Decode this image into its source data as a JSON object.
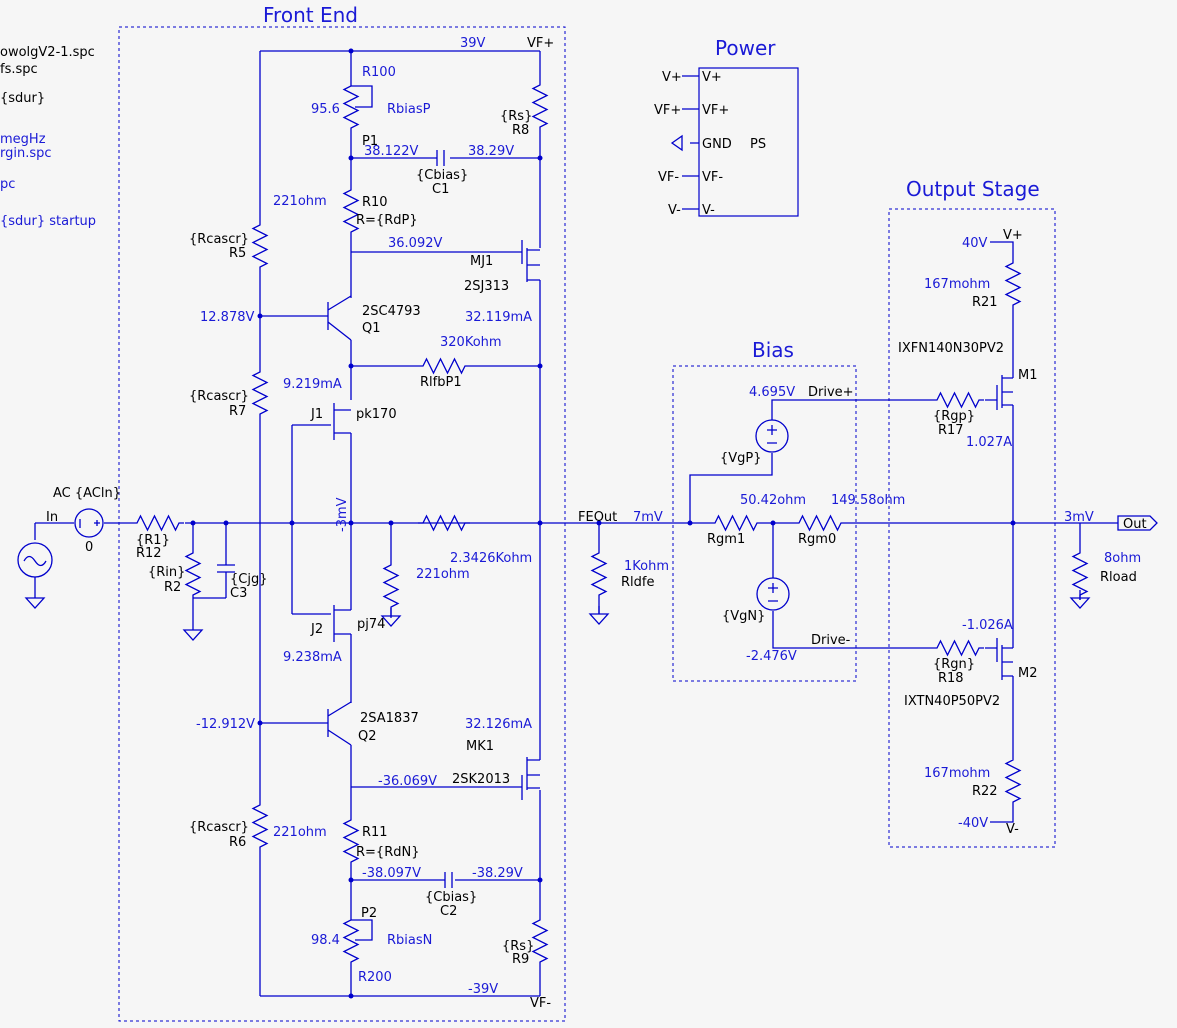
{
  "left_directives": [
    "owolgV2-1.spc",
    "fs.spc",
    "{sdur}",
    "megHz",
    "rgin.spc",
    "pc",
    "{sdur} startup"
  ],
  "titles": {
    "front_end": "Front End",
    "power": "Power",
    "output_stage": "Output Stage",
    "bias": "Bias"
  },
  "power_block": {
    "pins": [
      "V+",
      "VF+",
      "GND",
      "VF-",
      "V-"
    ],
    "ext_labels": [
      "V+",
      "VF+",
      "VF-",
      "V-"
    ],
    "name": "PS"
  },
  "front_end": {
    "rail_top_v": "39V",
    "rail_top": "VF+",
    "rail_bot_v": "-39V",
    "rail_bot": "VF-",
    "r100": "R100",
    "p1_val": "95.6",
    "rbiasp": "RbiasP",
    "p1": "P1",
    "rs8": "{Rs}",
    "r8": "R8",
    "v38122": "38.122V",
    "v3829": "38.29V",
    "cbias1": "{Cbias}",
    "c1": "C1",
    "r10_val": "221ohm",
    "r10": "R10",
    "rdp": "R={RdP}",
    "v36092": "36.092V",
    "mj1": "MJ1",
    "sj313": "2SJ313",
    "rcascr5": "{Rcascr}",
    "r5": "R5",
    "v12878": "12.878V",
    "q1_type": "2SC4793",
    "q1": "Q1",
    "i32119": "32.119mA",
    "rfb_val": "320Kohm",
    "i9219": "9.219mA",
    "rlfbp1": "RlfbP1",
    "rcascr7": "{Rcascr}",
    "r7": "R7",
    "j1": "J1",
    "pk170": "pk170",
    "v_mid": "-3mV",
    "r_fb_val": "2.3426Kohm",
    "r_221": "221ohm",
    "j2": "J2",
    "pj74": "pj74",
    "i9238": "9.238mA",
    "v12912": "-12.912V",
    "q2_type": "2SA1837",
    "q2": "Q2",
    "i32126": "32.126mA",
    "mk1": "MK1",
    "sk2013": "2SK2013",
    "v36069": "-36.069V",
    "rcascr6": "{Rcascr}",
    "r6": "R6",
    "r11_val": "221ohm",
    "r11": "R11",
    "rdn": "R={RdN}",
    "v38097": "-38.097V",
    "vm3829": "-38.29V",
    "cbias2": "{Cbias}",
    "c2": "C2",
    "p2": "P2",
    "p2_val": "98.4",
    "rbiasn": "RbiasN",
    "r200": "R200",
    "rs9": "{Rs}",
    "r9": "R9"
  },
  "input": {
    "ac": "AC {ACln}",
    "in": "In",
    "zero": "0",
    "r1": "{R1}",
    "r12": "R12",
    "rin": "{Rin}",
    "r2": "R2",
    "cjg": "{Cjg}",
    "c3": "C3"
  },
  "mid": {
    "feout": "FEOut",
    "v7mv": "7mV",
    "rldfe_val": "1Kohm",
    "rldfe": "Rldfe"
  },
  "bias": {
    "v4695": "4.695V",
    "drivep": "Drive+",
    "vgp": "{VgP}",
    "r50": "50.42ohm",
    "r149": "149.58ohm",
    "rgm1": "Rgm1",
    "rgm0": "Rgm0",
    "vgn": "{VgN}",
    "v2476": "-2.476V",
    "driven": "Drive-"
  },
  "output": {
    "v40": "40V",
    "vp": "V+",
    "r21_val": "167mohm",
    "r21": "R21",
    "m1_type": "IXFN140N30PV2",
    "m1": "M1",
    "rgp": "{Rgp}",
    "r17": "R17",
    "i1027": "1.027A",
    "v3mv": "3mV",
    "out": "Out",
    "rload_val": "8ohm",
    "rload": "Rload",
    "i1026": "-1.026A",
    "rgn": "{Rgn}",
    "r18": "R18",
    "m2": "M2",
    "m2_type": "IXTN40P50PV2",
    "r22_val": "167mohm",
    "r22": "R22",
    "vm40": "-40V",
    "vm": "V-"
  }
}
